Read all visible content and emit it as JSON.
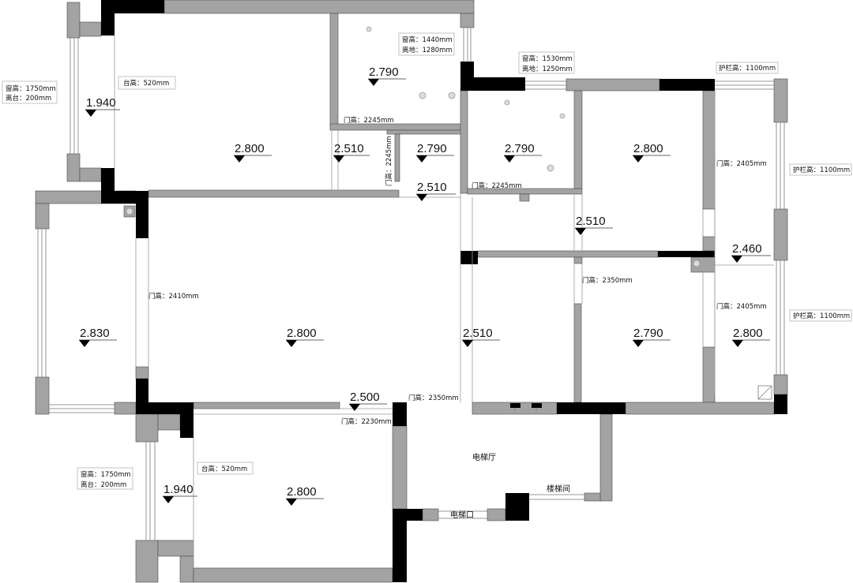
{
  "elevations": [
    "1.940",
    "2.800",
    "2.790",
    "2.510",
    "2.790",
    "2.510",
    "2.790",
    "2.800",
    "2.510",
    "2.460",
    "2.830",
    "2.800",
    "2.510",
    "2.790",
    "2.800",
    "2.500",
    "1.940",
    "2.800"
  ],
  "door_heights": [
    "门高：2245mm",
    "门高：2245mm",
    "门高：2245mm",
    "门高：2405mm",
    "门高：2350mm",
    "门高：2410mm",
    "门高：2405mm",
    "门高：2350mm",
    "门高：2230mm"
  ],
  "windows": [
    {
      "height": "窗高：1750mm",
      "sill": "离台：200mm"
    },
    {
      "height": "窗高：1440mm",
      "sill": "离地：1280mm"
    },
    {
      "height": "窗高：1530mm",
      "sill": "离地：1250mm"
    },
    {
      "height": "窗高：1750mm",
      "sill": "离台：200mm"
    }
  ],
  "railings": [
    "护栏高：1100mm",
    "护栏高：1100mm",
    "护栏高：1100mm"
  ],
  "platforms": [
    "台高：520mm",
    "台高：520mm"
  ],
  "rooms": {
    "elevator_hall": "电梯厅",
    "stairwell": "楼梯间",
    "elevator_entrance": "电梯口"
  },
  "colors": {
    "wall": "#a3a3a3",
    "column": "#000000",
    "line": "#7a7a7a"
  }
}
